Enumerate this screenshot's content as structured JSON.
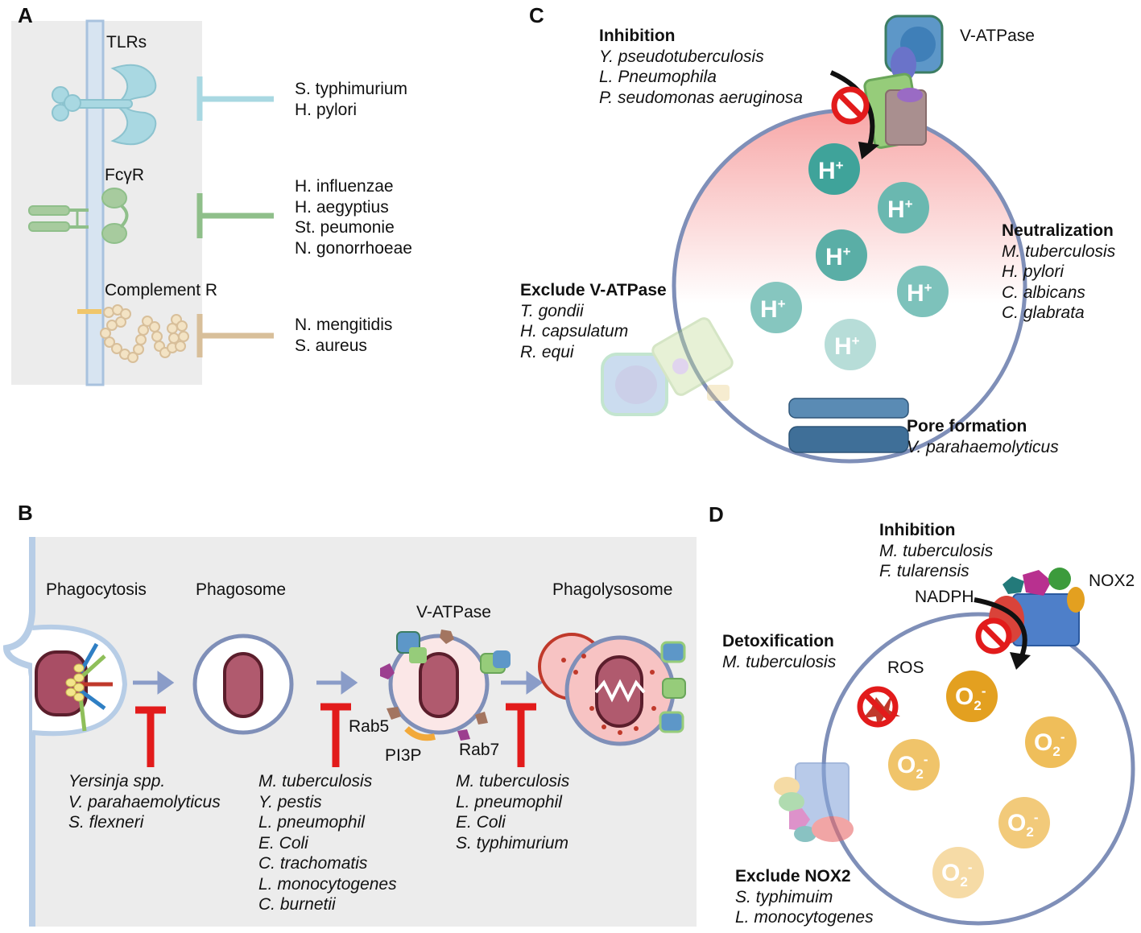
{
  "panels": {
    "a": {
      "letter": "A",
      "receptors": [
        {
          "label": "TLRs",
          "pathogens": [
            "S. typhimurium",
            "H. pylori"
          ],
          "color": "#a9d8e2"
        },
        {
          "label": "FcγR",
          "pathogens": [
            "H. influenzae",
            "H. aegyptius",
            "St. peumonie",
            "N. gonorrhoeae"
          ],
          "color": "#8fbf8a"
        },
        {
          "label": "Complement R",
          "pathogens": [
            "N. mengitidis",
            "S. aureus"
          ],
          "color": "#d8bf9a"
        }
      ]
    },
    "b": {
      "letter": "B",
      "stages": [
        "Phagocytosis",
        "Phagosome",
        "Phagolysosome"
      ],
      "labels": {
        "vatpase": "V-ATPase",
        "rab5": "Rab5",
        "pi3p": "PI3P",
        "rab7": "Rab7"
      },
      "groups": [
        [
          "Yersinja spp.",
          "V. parahaemolyticus",
          "S. flexneri"
        ],
        [
          "M. tuberculosis",
          "Y. pestis",
          "L. pneumophil",
          "E. Coli",
          "C. trachomatis",
          "L. monocytogenes",
          "C. burnetii"
        ],
        [
          "M. tuberculosis",
          "L. pneumophil",
          "E. Coli",
          "S. typhimurium"
        ]
      ]
    },
    "c": {
      "letter": "C",
      "vatpase_label": "V-ATPase",
      "proton_label": "H",
      "proton_sup": "+",
      "inhibition": {
        "title": "Inhibition",
        "items": [
          "Y. pseudotuberculosis",
          "L. Pneumophila",
          "P. seudomonas aeruginosa"
        ]
      },
      "neutralization": {
        "title": "Neutralization",
        "items": [
          "M. tuberculosis",
          "H. pylori",
          "C. albicans",
          "C. glabrata"
        ]
      },
      "exclude": {
        "title": "Exclude V-ATPase",
        "items": [
          "T. gondii",
          "H. capsulatum",
          "R. equi"
        ]
      },
      "pore": {
        "title": "Pore formation",
        "items": [
          "V. parahaemolyticus"
        ]
      }
    },
    "d": {
      "letter": "D",
      "nox2_label": "NOX2",
      "nadph_label": "NADPH",
      "ros_label": "ROS",
      "superoxide_label": "O",
      "superoxide_sub": "2",
      "superoxide_sup": "-",
      "inhibition": {
        "title": "Inhibition",
        "items": [
          "M. tuberculosis",
          "F. tularensis"
        ]
      },
      "detox": {
        "title": "Detoxification",
        "items": [
          "M. tuberculosis"
        ]
      },
      "exclude": {
        "title": "Exclude NOX2",
        "items": [
          "S. typhimuim",
          "L. monocytogenes"
        ]
      }
    }
  },
  "colors": {
    "inhibit_red": "#e21b1b",
    "proton_teal": "#3fa39a",
    "superoxide_orange": "#e3a020",
    "membrane_blue": "#7f8fb8",
    "arrow_blue": "#8a9cc8",
    "bacterium": "#b05a6e"
  }
}
